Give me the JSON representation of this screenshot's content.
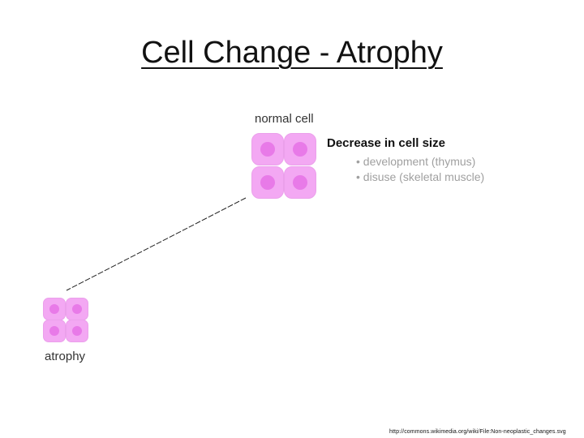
{
  "slide": {
    "title": "Cell Change - Atrophy",
    "diagram": {
      "normal_label": "normal cell",
      "atrophy_label": "atrophy"
    },
    "heading": "Decrease in cell size",
    "bullets": [
      "development (thymus)",
      "disuse (skeletal muscle)"
    ],
    "source": "http://commons.wikimedia.org/wiki/File:Non-neoplastic_changes.svg"
  }
}
